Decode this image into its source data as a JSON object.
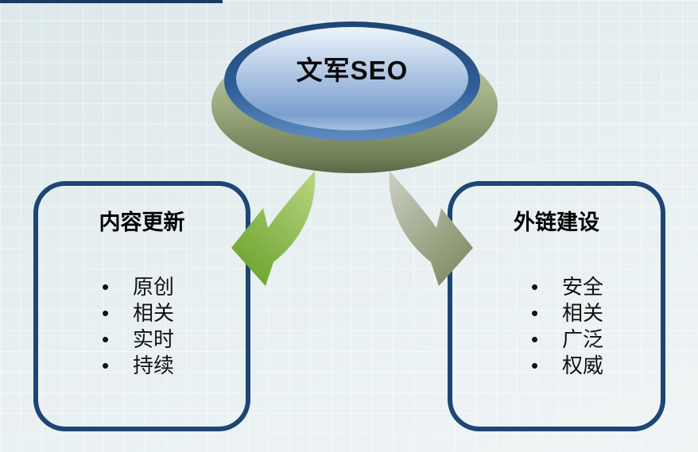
{
  "slide": {
    "hub": {
      "label": "文军SEO"
    },
    "bullet_char": "•",
    "left_box": {
      "title": "内容更新",
      "items": [
        "原创",
        "相关",
        "实时",
        "持续"
      ]
    },
    "right_box": {
      "title": "外链建设",
      "items": [
        "安全",
        "相关",
        "广泛",
        "权威"
      ]
    },
    "palette": {
      "background": "#e7eef0",
      "top_bar": "#1a3a60",
      "box_border": "#1c4674",
      "arrow_left_light": "#c6dd90",
      "arrow_left_dark": "#6aa22d",
      "arrow_right_light": "#dadbd5",
      "arrow_right_dark": "#7e8b60",
      "dish_light": "#c9d0b0",
      "dish_dark": "#596847",
      "ring_dark": "#1e4672",
      "ring_light": "#5e8cc2",
      "face_light": "#eef3fb",
      "face_dark": "#7b9fce",
      "text": "#000000"
    }
  }
}
